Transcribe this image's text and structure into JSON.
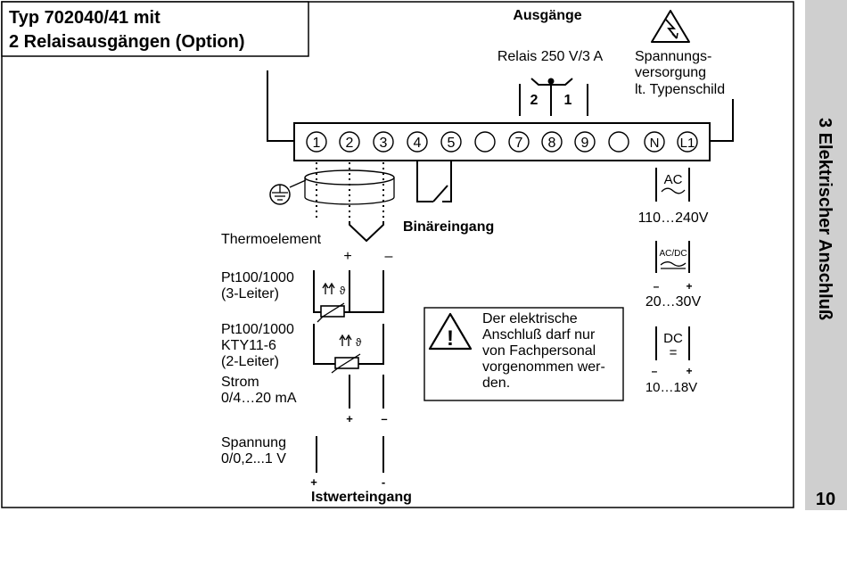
{
  "title": {
    "line1": "Typ 702040/41 mit",
    "line2": "2 Relaisausgängen (Option)"
  },
  "outputs": {
    "heading": "Ausgänge",
    "relay_label": "Relais 250 V/3 A",
    "relay_contacts": [
      "2",
      "1"
    ]
  },
  "power": {
    "label_lines": [
      "Spannungs-",
      "versorgung",
      "lt. Typenschild"
    ],
    "options": [
      {
        "type": "AC",
        "range": "110…240V",
        "minus": "",
        "plus": ""
      },
      {
        "type": "AC/DC",
        "range": "20…30V",
        "minus": "–",
        "plus": "+"
      },
      {
        "type": "DC",
        "symbol": "=",
        "range": "10…18V",
        "minus": "–",
        "plus": "+"
      }
    ]
  },
  "terminals": [
    "1",
    "2",
    "3",
    "4",
    "5",
    "",
    "7",
    "8",
    "9",
    "",
    "N",
    "L1"
  ],
  "binary_input": "Binäreingang",
  "sensors": {
    "thermo": "Thermoelement",
    "thermo_plus": "+",
    "thermo_minus": "–",
    "pt3": [
      "Pt100/1000",
      "(3-Leiter)"
    ],
    "pt2": [
      "Pt100/1000",
      "KTY11-6",
      "(2-Leiter)"
    ],
    "temp_symbol": "ϑ",
    "current": [
      "Strom",
      "0/4…20 mA"
    ],
    "current_plus": "+",
    "current_minus": "–",
    "voltage": [
      "Spannung",
      "0/0,2...1 V"
    ],
    "voltage_plus": "+",
    "voltage_minus": "-"
  },
  "input_label": "Istwerteingang",
  "warning": {
    "symbol": "!",
    "lines": [
      "Der elektrische",
      "Anschluß darf nur",
      "von Fachpersonal",
      "vorgenommen wer-",
      "den."
    ]
  },
  "sidebar": {
    "chapter": "3 Elektrischer Anschluß",
    "page_number": "10"
  }
}
